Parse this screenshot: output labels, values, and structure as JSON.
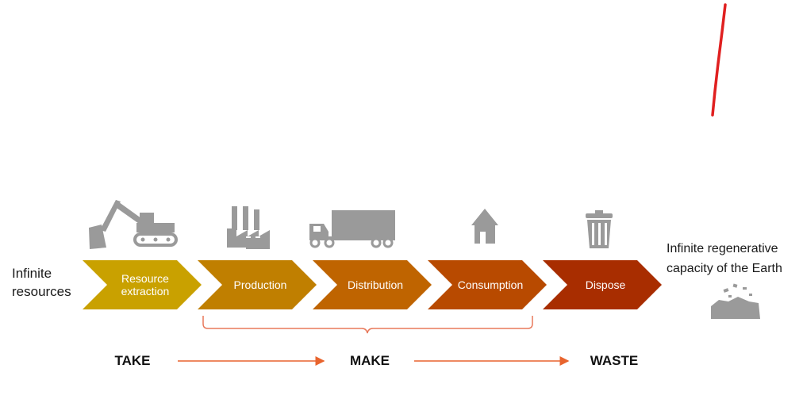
{
  "left_label": {
    "line1": "Infinite",
    "line2": "resources"
  },
  "right_label": {
    "line1": "Infinite regenerative",
    "line2": "capacity of the Earth"
  },
  "stages": [
    {
      "line1": "Resource",
      "line2": "extraction",
      "color": "#C9A100",
      "icon": "excavator-icon"
    },
    {
      "line1": "Production",
      "line2": "",
      "color": "#C07F00",
      "icon": "factory-icon"
    },
    {
      "line1": "Distribution",
      "line2": "",
      "color": "#BF6400",
      "icon": "truck-icon"
    },
    {
      "line1": "Consumption",
      "line2": "",
      "color": "#B84A00",
      "icon": "house-icon"
    },
    {
      "line1": "Dispose",
      "line2": "",
      "color": "#A82D00",
      "icon": "trash-can-icon"
    }
  ],
  "phases": {
    "take": "TAKE",
    "make": "MAKE",
    "waste": "WASTE"
  },
  "colors": {
    "icon_gray": "#9a9a9a",
    "brace": "#e8785a",
    "phase_arrow": "#e8642e",
    "annotation_red": "#e02020",
    "chevron_text": "#ffffff"
  }
}
